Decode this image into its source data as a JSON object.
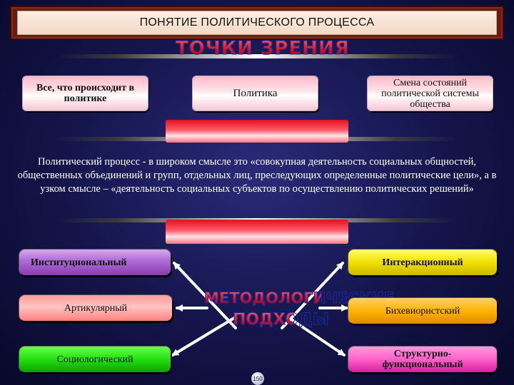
{
  "title": "ПОНЯТИЕ ПОЛИТИЧЕСКОГО ПРОЦЕССА",
  "viewpoints_heading": "ТОЧКИ ЗРЕНИЯ",
  "viewpoints": [
    "Все, что происходит в политике",
    "Политика",
    "Смена состояний политической системы общества"
  ],
  "definition": "Политический процесс - в широком смысле это «совокупная деятельность социальных общностей, общественных объединений и групп, отдельных лиц, преследующих определенные политические цели», а в узком смысле – «деятельность социальных субъектов по осуществлению политических решений»",
  "approaches_heading": {
    "line1": "МЕТОДОЛОГИЧЕСКИЕ",
    "line2": "ПОДХОДЫ"
  },
  "approaches": {
    "institutional": "Институциональный",
    "interactional": "Интеракционный",
    "articular": "Артикулярный",
    "behaviorist": "Бихевиористский",
    "sociological": "Социологический",
    "structural_functional": "Структурно-функциональный"
  },
  "page_number": "150",
  "colors": {
    "background": "#14144a",
    "title_frame": "#6a1a10",
    "heading_red": "#e0101a",
    "purple": "#b070d8",
    "yellow": "#f2e000",
    "pink": "#ffc4c4",
    "orange": "#ffb400",
    "green": "#22e010",
    "magenta": "#ff60c8"
  }
}
